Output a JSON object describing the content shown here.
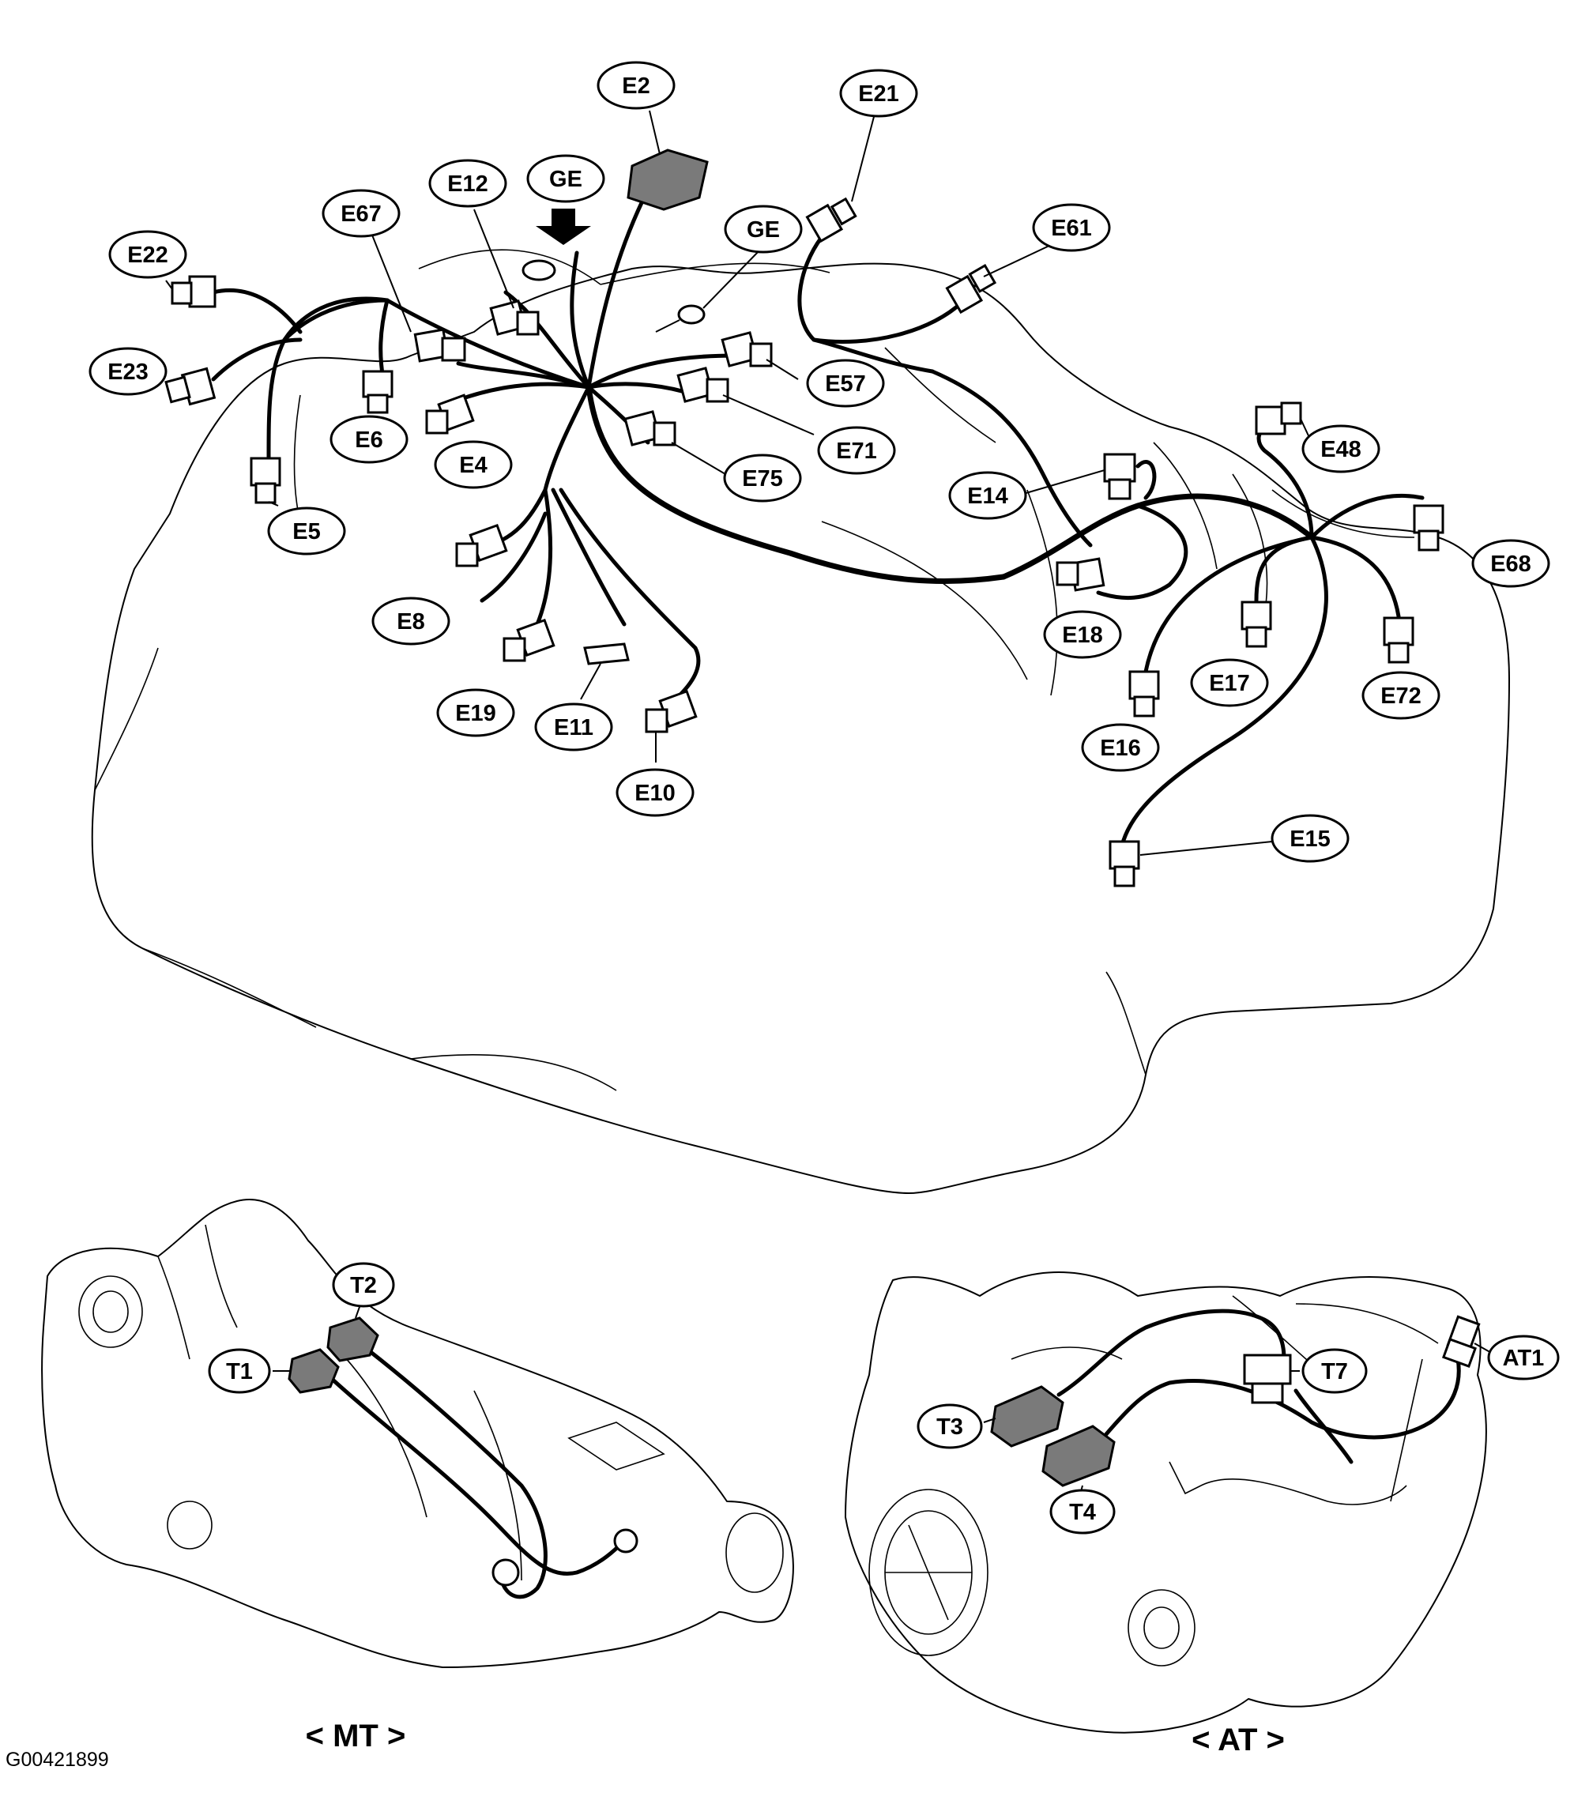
{
  "figure_id": "G00421899",
  "engine_callouts": [
    "E2",
    "E21",
    "E12",
    "GE",
    "E67",
    "E22",
    "E61",
    "GE",
    "E23",
    "E57",
    "E6",
    "E71",
    "E4",
    "E5",
    "E75",
    "E48",
    "E14",
    "E68",
    "E8",
    "E18",
    "E17",
    "E19",
    "E11",
    "E16",
    "E72",
    "E10",
    "E15"
  ],
  "mt": {
    "caption": "< MT >",
    "callouts": [
      "T2",
      "T1"
    ]
  },
  "at": {
    "caption": "< AT >",
    "callouts": [
      "T7",
      "AT1",
      "T3",
      "T4"
    ]
  }
}
